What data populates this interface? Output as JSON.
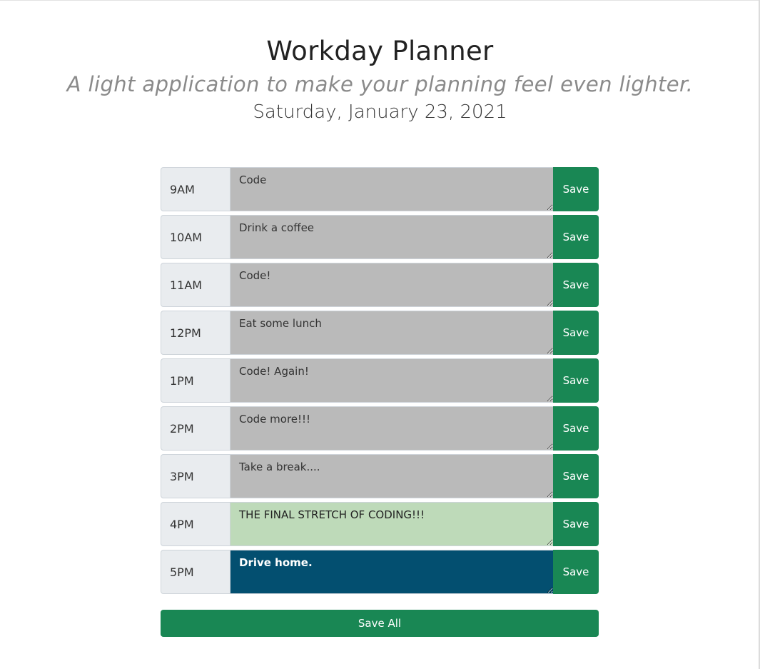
{
  "header": {
    "title": "Workday Planner",
    "subtitle": "A light application to make your planning feel even lighter.",
    "date": "Saturday, January 23, 2021"
  },
  "colors": {
    "past": "#bababa",
    "present": "#bedab9",
    "future": "#034f70",
    "save_button": "#198754",
    "hour_label_bg": "#e9ecef"
  },
  "rows": [
    {
      "hour": "9AM",
      "text": "Code",
      "state": "past",
      "save_label": "Save"
    },
    {
      "hour": "10AM",
      "text": "Drink a coffee",
      "state": "past",
      "save_label": "Save"
    },
    {
      "hour": "11AM",
      "text": "Code!",
      "state": "past",
      "save_label": "Save"
    },
    {
      "hour": "12PM",
      "text": "Eat some lunch",
      "state": "past",
      "save_label": "Save"
    },
    {
      "hour": "1PM",
      "text": "Code! Again!",
      "state": "past",
      "save_label": "Save"
    },
    {
      "hour": "2PM",
      "text": "Code more!!!",
      "state": "past",
      "save_label": "Save"
    },
    {
      "hour": "3PM",
      "text": "Take a break....",
      "state": "past",
      "save_label": "Save"
    },
    {
      "hour": "4PM",
      "text": "THE FINAL STRETCH OF CODING!!!",
      "state": "present",
      "save_label": "Save"
    },
    {
      "hour": "5PM",
      "text": "Drive home.",
      "state": "future",
      "save_label": "Save"
    }
  ],
  "save_all_label": "Save All"
}
